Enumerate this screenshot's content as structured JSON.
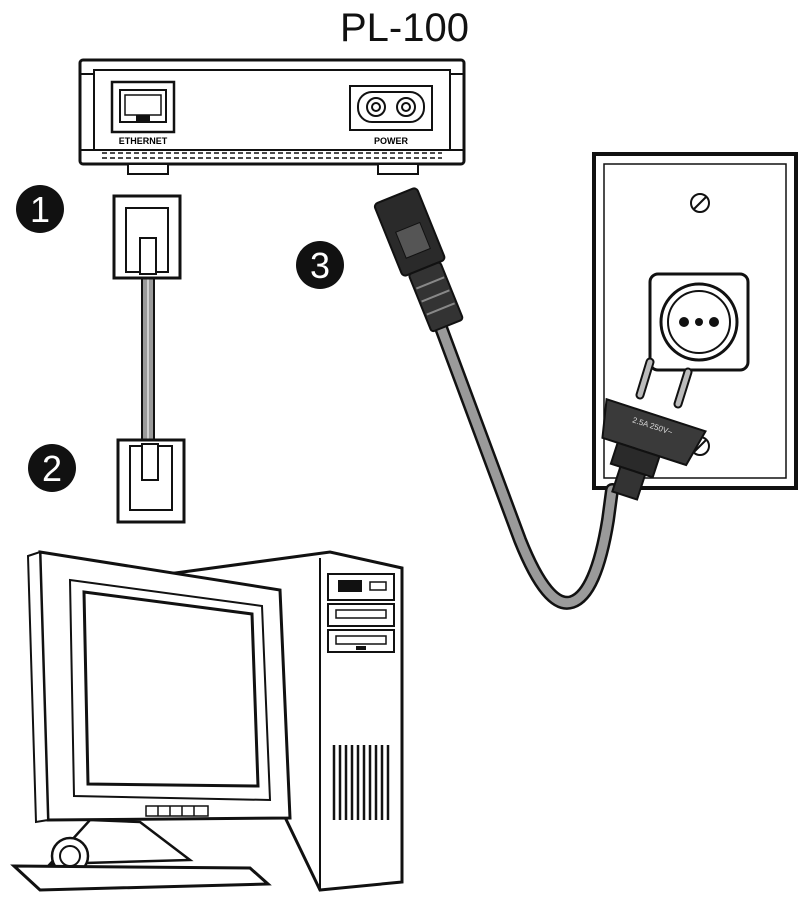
{
  "title": "PL-100",
  "device": {
    "ethernet_label": "ETHERNET",
    "power_label": "POWER"
  },
  "steps": [
    "1",
    "2",
    "3"
  ],
  "plug": {
    "rating": "2.5A 250V~"
  },
  "colors": {
    "outline": "#111111",
    "cable": "#9a9a9a",
    "connector": "#2a2a2a",
    "badge": "#111111"
  }
}
